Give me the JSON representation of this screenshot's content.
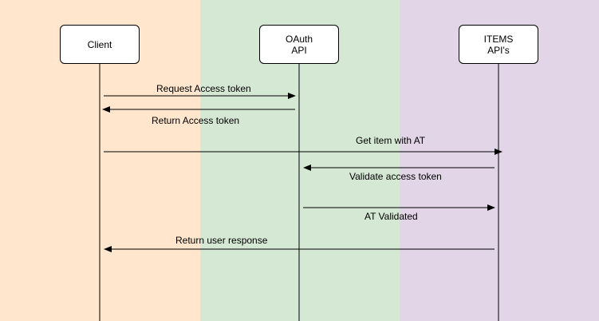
{
  "lanes": [
    {
      "name": "client",
      "color": "#ffe6cc"
    },
    {
      "name": "oauth",
      "color": "#d5e8d4"
    },
    {
      "name": "items",
      "color": "#e1d5e7"
    }
  ],
  "participants": {
    "client": "Client",
    "oauth": "OAuth\nAPI",
    "items": "ITEMS\nAPI's"
  },
  "messages": [
    {
      "label": "Request Access token",
      "from": "client",
      "to": "oauth"
    },
    {
      "label": "Return Access token",
      "from": "oauth",
      "to": "client"
    },
    {
      "label": "Get item with AT",
      "from": "client",
      "to": "items"
    },
    {
      "label": "Validate access token",
      "from": "items",
      "to": "oauth"
    },
    {
      "label": "AT Validated",
      "from": "oauth",
      "to": "items"
    },
    {
      "label": "Return user response",
      "from": "items",
      "to": "client"
    }
  ]
}
